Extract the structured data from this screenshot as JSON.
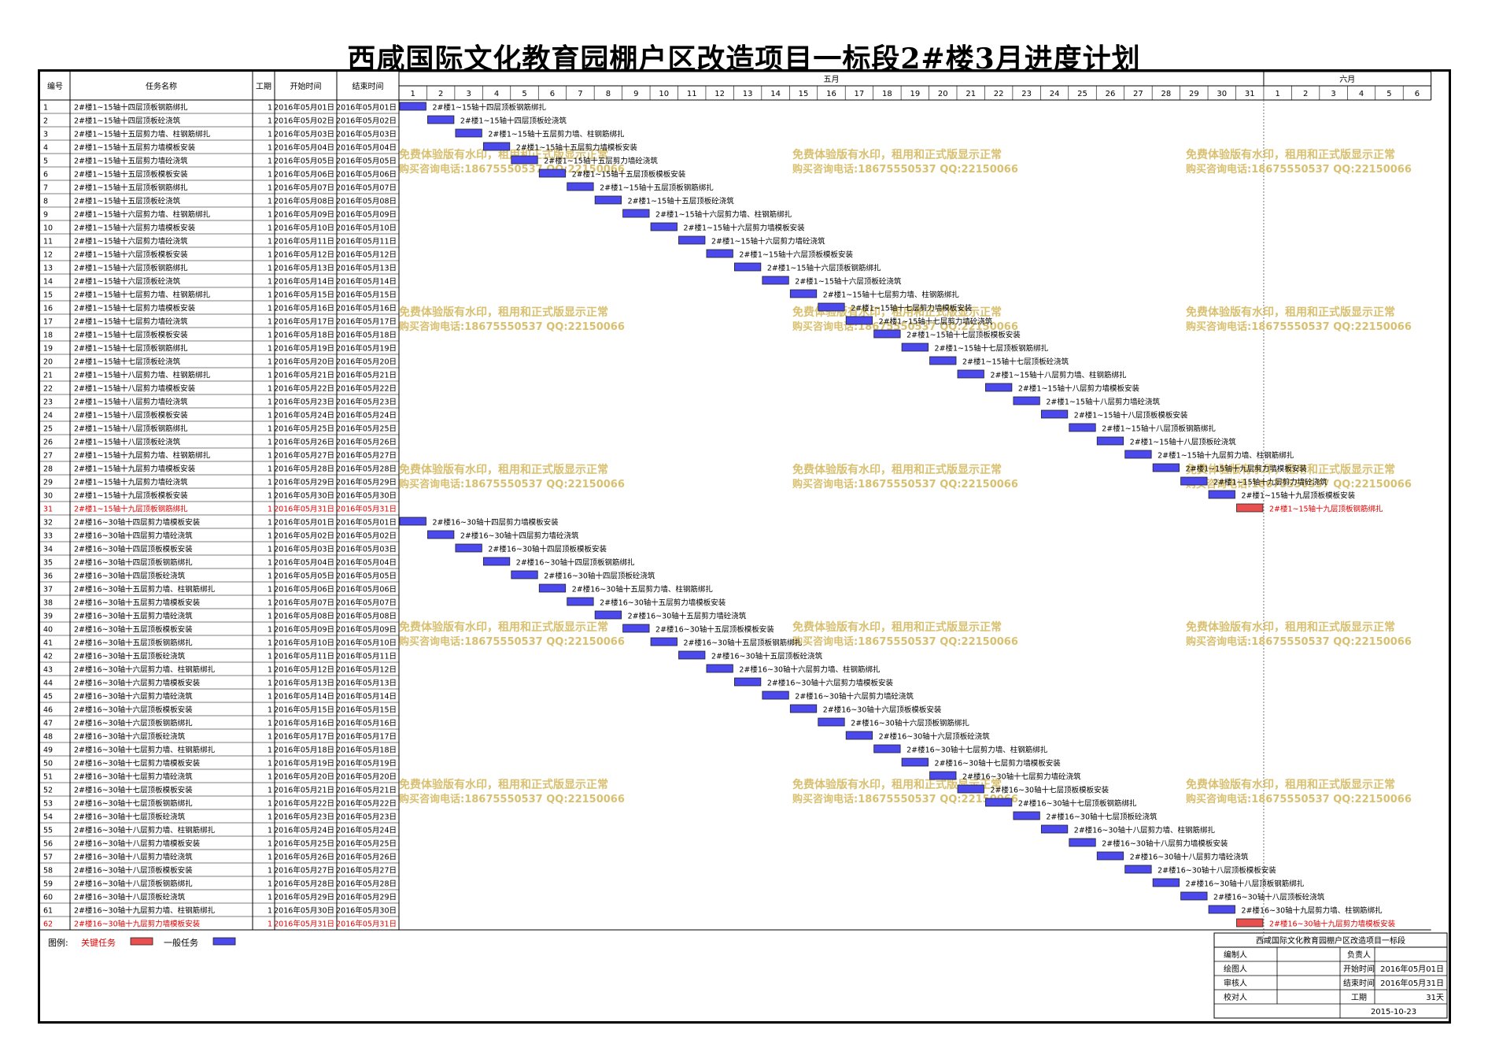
{
  "title": "西咸国际文化教育园棚户区改造项目一标段2#楼3月进度计划",
  "headers": {
    "id": "编号",
    "name": "任务名称",
    "dur": "工期",
    "start": "开始时间",
    "end": "结束时间"
  },
  "months": [
    {
      "label": "五月",
      "days": 31
    },
    {
      "label": "六月",
      "days": 6
    }
  ],
  "legend": {
    "label": "图例:",
    "critical": "关键任务",
    "normal": "一般任务"
  },
  "footer": {
    "title": "西咸国际文化教育园棚户区改造项目一标段",
    "rows": [
      {
        "left": "编制人",
        "mid": "负责人",
        "right": ""
      },
      {
        "left": "绘图人",
        "mid": "开始时间",
        "right": "2016年05月01日"
      },
      {
        "left": "审核人",
        "mid": "结束时间",
        "right": "2016年05月31日"
      },
      {
        "left": "校对人",
        "mid": "工期",
        "right": "31天"
      }
    ],
    "date": "2015-10-23"
  },
  "watermark": [
    "免费体验版有水印，租用和正式版显示正常",
    "购买咨询电话:18675550537 QQ:22150066"
  ],
  "colors": {
    "normal": "#4b49ec",
    "critical": "#e85050",
    "critical_text": "#e00000",
    "watermark": "#d8c070"
  },
  "chart_data": {
    "type": "gantt",
    "tasks": [
      {
        "id": 1,
        "name": "2#楼1~15轴十四层顶板钢筋绑扎",
        "dur": 1,
        "start": "2016年05月01日",
        "end": "2016年05月01日",
        "critical": false
      },
      {
        "id": 2,
        "name": "2#楼1~15轴十四层顶板砼浇筑",
        "dur": 1,
        "start": "2016年05月02日",
        "end": "2016年05月02日",
        "critical": false
      },
      {
        "id": 3,
        "name": "2#楼1~15轴十五层剪力墙、柱钢筋绑扎",
        "dur": 1,
        "start": "2016年05月03日",
        "end": "2016年05月03日",
        "critical": false
      },
      {
        "id": 4,
        "name": "2#楼1~15轴十五层剪力墙模板安装",
        "dur": 1,
        "start": "2016年05月04日",
        "end": "2016年05月04日",
        "critical": false
      },
      {
        "id": 5,
        "name": "2#楼1~15轴十五层剪力墙砼浇筑",
        "dur": 1,
        "start": "2016年05月05日",
        "end": "2016年05月05日",
        "critical": false
      },
      {
        "id": 6,
        "name": "2#楼1~15轴十五层顶板模板安装",
        "dur": 1,
        "start": "2016年05月06日",
        "end": "2016年05月06日",
        "critical": false
      },
      {
        "id": 7,
        "name": "2#楼1~15轴十五层顶板钢筋绑扎",
        "dur": 1,
        "start": "2016年05月07日",
        "end": "2016年05月07日",
        "critical": false
      },
      {
        "id": 8,
        "name": "2#楼1~15轴十五层顶板砼浇筑",
        "dur": 1,
        "start": "2016年05月08日",
        "end": "2016年05月08日",
        "critical": false
      },
      {
        "id": 9,
        "name": "2#楼1~15轴十六层剪力墙、柱钢筋绑扎",
        "dur": 1,
        "start": "2016年05月09日",
        "end": "2016年05月09日",
        "critical": false
      },
      {
        "id": 10,
        "name": "2#楼1~15轴十六层剪力墙模板安装",
        "dur": 1,
        "start": "2016年05月10日",
        "end": "2016年05月10日",
        "critical": false
      },
      {
        "id": 11,
        "name": "2#楼1~15轴十六层剪力墙砼浇筑",
        "dur": 1,
        "start": "2016年05月11日",
        "end": "2016年05月11日",
        "critical": false
      },
      {
        "id": 12,
        "name": "2#楼1~15轴十六层顶板模板安装",
        "dur": 1,
        "start": "2016年05月12日",
        "end": "2016年05月12日",
        "critical": false
      },
      {
        "id": 13,
        "name": "2#楼1~15轴十六层顶板钢筋绑扎",
        "dur": 1,
        "start": "2016年05月13日",
        "end": "2016年05月13日",
        "critical": false
      },
      {
        "id": 14,
        "name": "2#楼1~15轴十六层顶板砼浇筑",
        "dur": 1,
        "start": "2016年05月14日",
        "end": "2016年05月14日",
        "critical": false
      },
      {
        "id": 15,
        "name": "2#楼1~15轴十七层剪力墙、柱钢筋绑扎",
        "dur": 1,
        "start": "2016年05月15日",
        "end": "2016年05月15日",
        "critical": false
      },
      {
        "id": 16,
        "name": "2#楼1~15轴十七层剪力墙模板安装",
        "dur": 1,
        "start": "2016年05月16日",
        "end": "2016年05月16日",
        "critical": false
      },
      {
        "id": 17,
        "name": "2#楼1~15轴十七层剪力墙砼浇筑",
        "dur": 1,
        "start": "2016年05月17日",
        "end": "2016年05月17日",
        "critical": false
      },
      {
        "id": 18,
        "name": "2#楼1~15轴十七层顶板模板安装",
        "dur": 1,
        "start": "2016年05月18日",
        "end": "2016年05月18日",
        "critical": false
      },
      {
        "id": 19,
        "name": "2#楼1~15轴十七层顶板钢筋绑扎",
        "dur": 1,
        "start": "2016年05月19日",
        "end": "2016年05月19日",
        "critical": false
      },
      {
        "id": 20,
        "name": "2#楼1~15轴十七层顶板砼浇筑",
        "dur": 1,
        "start": "2016年05月20日",
        "end": "2016年05月20日",
        "critical": false
      },
      {
        "id": 21,
        "name": "2#楼1~15轴十八层剪力墙、柱钢筋绑扎",
        "dur": 1,
        "start": "2016年05月21日",
        "end": "2016年05月21日",
        "critical": false
      },
      {
        "id": 22,
        "name": "2#楼1~15轴十八层剪力墙模板安装",
        "dur": 1,
        "start": "2016年05月22日",
        "end": "2016年05月22日",
        "critical": false
      },
      {
        "id": 23,
        "name": "2#楼1~15轴十八层剪力墙砼浇筑",
        "dur": 1,
        "start": "2016年05月23日",
        "end": "2016年05月23日",
        "critical": false
      },
      {
        "id": 24,
        "name": "2#楼1~15轴十八层顶板模板安装",
        "dur": 1,
        "start": "2016年05月24日",
        "end": "2016年05月24日",
        "critical": false
      },
      {
        "id": 25,
        "name": "2#楼1~15轴十八层顶板钢筋绑扎",
        "dur": 1,
        "start": "2016年05月25日",
        "end": "2016年05月25日",
        "critical": false
      },
      {
        "id": 26,
        "name": "2#楼1~15轴十八层顶板砼浇筑",
        "dur": 1,
        "start": "2016年05月26日",
        "end": "2016年05月26日",
        "critical": false
      },
      {
        "id": 27,
        "name": "2#楼1~15轴十九层剪力墙、柱钢筋绑扎",
        "dur": 1,
        "start": "2016年05月27日",
        "end": "2016年05月27日",
        "critical": false
      },
      {
        "id": 28,
        "name": "2#楼1~15轴十九层剪力墙模板安装",
        "dur": 1,
        "start": "2016年05月28日",
        "end": "2016年05月28日",
        "critical": false
      },
      {
        "id": 29,
        "name": "2#楼1~15轴十九层剪力墙砼浇筑",
        "dur": 1,
        "start": "2016年05月29日",
        "end": "2016年05月29日",
        "critical": false
      },
      {
        "id": 30,
        "name": "2#楼1~15轴十九层顶板模板安装",
        "dur": 1,
        "start": "2016年05月30日",
        "end": "2016年05月30日",
        "critical": false
      },
      {
        "id": 31,
        "name": "2#楼1~15轴十九层顶板钢筋绑扎",
        "dur": 1,
        "start": "2016年05月31日",
        "end": "2016年05月31日",
        "critical": true
      },
      {
        "id": 32,
        "name": "2#楼16~30轴十四层剪力墙模板安装",
        "dur": 1,
        "start": "2016年05月01日",
        "end": "2016年05月01日",
        "critical": false
      },
      {
        "id": 33,
        "name": "2#楼16~30轴十四层剪力墙砼浇筑",
        "dur": 1,
        "start": "2016年05月02日",
        "end": "2016年05月02日",
        "critical": false
      },
      {
        "id": 34,
        "name": "2#楼16~30轴十四层顶板模板安装",
        "dur": 1,
        "start": "2016年05月03日",
        "end": "2016年05月03日",
        "critical": false
      },
      {
        "id": 35,
        "name": "2#楼16~30轴十四层顶板钢筋绑扎",
        "dur": 1,
        "start": "2016年05月04日",
        "end": "2016年05月04日",
        "critical": false
      },
      {
        "id": 36,
        "name": "2#楼16~30轴十四层顶板砼浇筑",
        "dur": 1,
        "start": "2016年05月05日",
        "end": "2016年05月05日",
        "critical": false
      },
      {
        "id": 37,
        "name": "2#楼16~30轴十五层剪力墙、柱钢筋绑扎",
        "dur": 1,
        "start": "2016年05月06日",
        "end": "2016年05月06日",
        "critical": false
      },
      {
        "id": 38,
        "name": "2#楼16~30轴十五层剪力墙模板安装",
        "dur": 1,
        "start": "2016年05月07日",
        "end": "2016年05月07日",
        "critical": false
      },
      {
        "id": 39,
        "name": "2#楼16~30轴十五层剪力墙砼浇筑",
        "dur": 1,
        "start": "2016年05月08日",
        "end": "2016年05月08日",
        "critical": false
      },
      {
        "id": 40,
        "name": "2#楼16~30轴十五层顶板模板安装",
        "dur": 1,
        "start": "2016年05月09日",
        "end": "2016年05月09日",
        "critical": false
      },
      {
        "id": 41,
        "name": "2#楼16~30轴十五层顶板钢筋绑扎",
        "dur": 1,
        "start": "2016年05月10日",
        "end": "2016年05月10日",
        "critical": false
      },
      {
        "id": 42,
        "name": "2#楼16~30轴十五层顶板砼浇筑",
        "dur": 1,
        "start": "2016年05月11日",
        "end": "2016年05月11日",
        "critical": false
      },
      {
        "id": 43,
        "name": "2#楼16~30轴十六层剪力墙、柱钢筋绑扎",
        "dur": 1,
        "start": "2016年05月12日",
        "end": "2016年05月12日",
        "critical": false
      },
      {
        "id": 44,
        "name": "2#楼16~30轴十六层剪力墙模板安装",
        "dur": 1,
        "start": "2016年05月13日",
        "end": "2016年05月13日",
        "critical": false
      },
      {
        "id": 45,
        "name": "2#楼16~30轴十六层剪力墙砼浇筑",
        "dur": 1,
        "start": "2016年05月14日",
        "end": "2016年05月14日",
        "critical": false
      },
      {
        "id": 46,
        "name": "2#楼16~30轴十六层顶板模板安装",
        "dur": 1,
        "start": "2016年05月15日",
        "end": "2016年05月15日",
        "critical": false
      },
      {
        "id": 47,
        "name": "2#楼16~30轴十六层顶板钢筋绑扎",
        "dur": 1,
        "start": "2016年05月16日",
        "end": "2016年05月16日",
        "critical": false
      },
      {
        "id": 48,
        "name": "2#楼16~30轴十六层顶板砼浇筑",
        "dur": 1,
        "start": "2016年05月17日",
        "end": "2016年05月17日",
        "critical": false
      },
      {
        "id": 49,
        "name": "2#楼16~30轴十七层剪力墙、柱钢筋绑扎",
        "dur": 1,
        "start": "2016年05月18日",
        "end": "2016年05月18日",
        "critical": false
      },
      {
        "id": 50,
        "name": "2#楼16~30轴十七层剪力墙模板安装",
        "dur": 1,
        "start": "2016年05月19日",
        "end": "2016年05月19日",
        "critical": false
      },
      {
        "id": 51,
        "name": "2#楼16~30轴十七层剪力墙砼浇筑",
        "dur": 1,
        "start": "2016年05月20日",
        "end": "2016年05月20日",
        "critical": false
      },
      {
        "id": 52,
        "name": "2#楼16~30轴十七层顶板模板安装",
        "dur": 1,
        "start": "2016年05月21日",
        "end": "2016年05月21日",
        "critical": false
      },
      {
        "id": 53,
        "name": "2#楼16~30轴十七层顶板钢筋绑扎",
        "dur": 1,
        "start": "2016年05月22日",
        "end": "2016年05月22日",
        "critical": false
      },
      {
        "id": 54,
        "name": "2#楼16~30轴十七层顶板砼浇筑",
        "dur": 1,
        "start": "2016年05月23日",
        "end": "2016年05月23日",
        "critical": false
      },
      {
        "id": 55,
        "name": "2#楼16~30轴十八层剪力墙、柱钢筋绑扎",
        "dur": 1,
        "start": "2016年05月24日",
        "end": "2016年05月24日",
        "critical": false
      },
      {
        "id": 56,
        "name": "2#楼16~30轴十八层剪力墙模板安装",
        "dur": 1,
        "start": "2016年05月25日",
        "end": "2016年05月25日",
        "critical": false
      },
      {
        "id": 57,
        "name": "2#楼16~30轴十八层剪力墙砼浇筑",
        "dur": 1,
        "start": "2016年05月26日",
        "end": "2016年05月26日",
        "critical": false
      },
      {
        "id": 58,
        "name": "2#楼16~30轴十八层顶板模板安装",
        "dur": 1,
        "start": "2016年05月27日",
        "end": "2016年05月27日",
        "critical": false
      },
      {
        "id": 59,
        "name": "2#楼16~30轴十八层顶板钢筋绑扎",
        "dur": 1,
        "start": "2016年05月28日",
        "end": "2016年05月28日",
        "critical": false
      },
      {
        "id": 60,
        "name": "2#楼16~30轴十八层顶板砼浇筑",
        "dur": 1,
        "start": "2016年05月29日",
        "end": "2016年05月29日",
        "critical": false
      },
      {
        "id": 61,
        "name": "2#楼16~30轴十九层剪力墙、柱钢筋绑扎",
        "dur": 1,
        "start": "2016年05月30日",
        "end": "2016年05月30日",
        "critical": false
      },
      {
        "id": 62,
        "name": "2#楼16~30轴十九层剪力墙模板安装",
        "dur": 1,
        "start": "2016年05月31日",
        "end": "2016年05月31日",
        "critical": true
      }
    ]
  }
}
